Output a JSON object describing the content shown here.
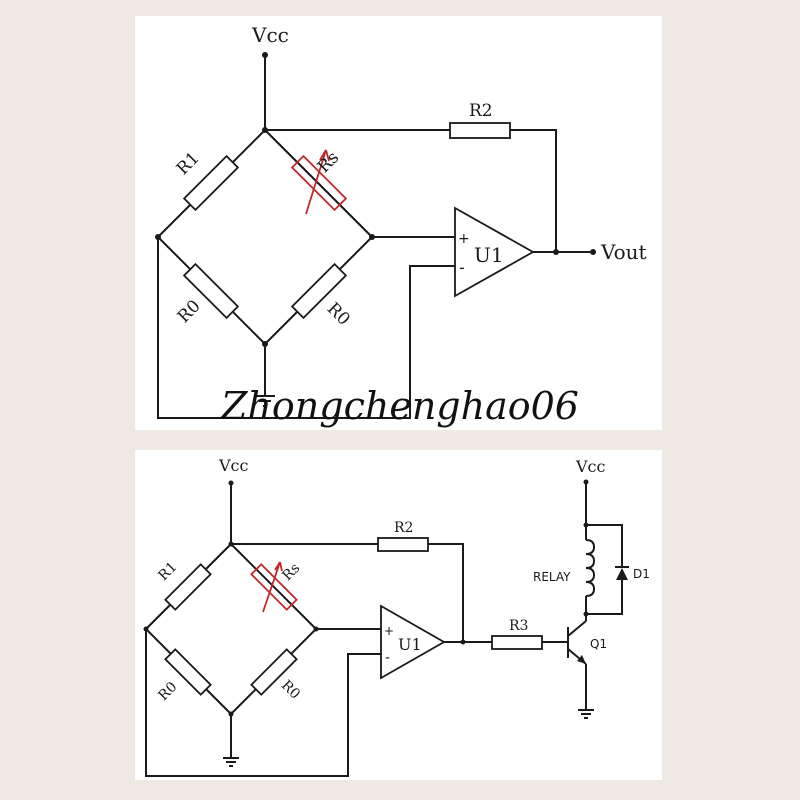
{
  "top": {
    "vcc": "Vcc",
    "r1": "R1",
    "rs": "Rs",
    "r0_left": "R0",
    "r0_right": "R0",
    "r2": "R2",
    "u1": "U1",
    "plus": "+",
    "minus": "-",
    "vout": "Vout"
  },
  "bottom": {
    "vcc": "Vcc",
    "r1": "R1",
    "rs": "Rs",
    "r0_left": "R0",
    "r0_right": "R0",
    "r2": "R2",
    "u1": "U1",
    "plus": "+",
    "minus": "-",
    "r3": "R3",
    "vcc_relay": "Vcc",
    "relay": "RELAY",
    "d1": "D1",
    "q1": "Q1"
  },
  "watermark": "Zhongchenghao06",
  "colors": {
    "sensor": "#c0282a",
    "wire": "#1a1a1a",
    "background": "#eeeae3"
  }
}
